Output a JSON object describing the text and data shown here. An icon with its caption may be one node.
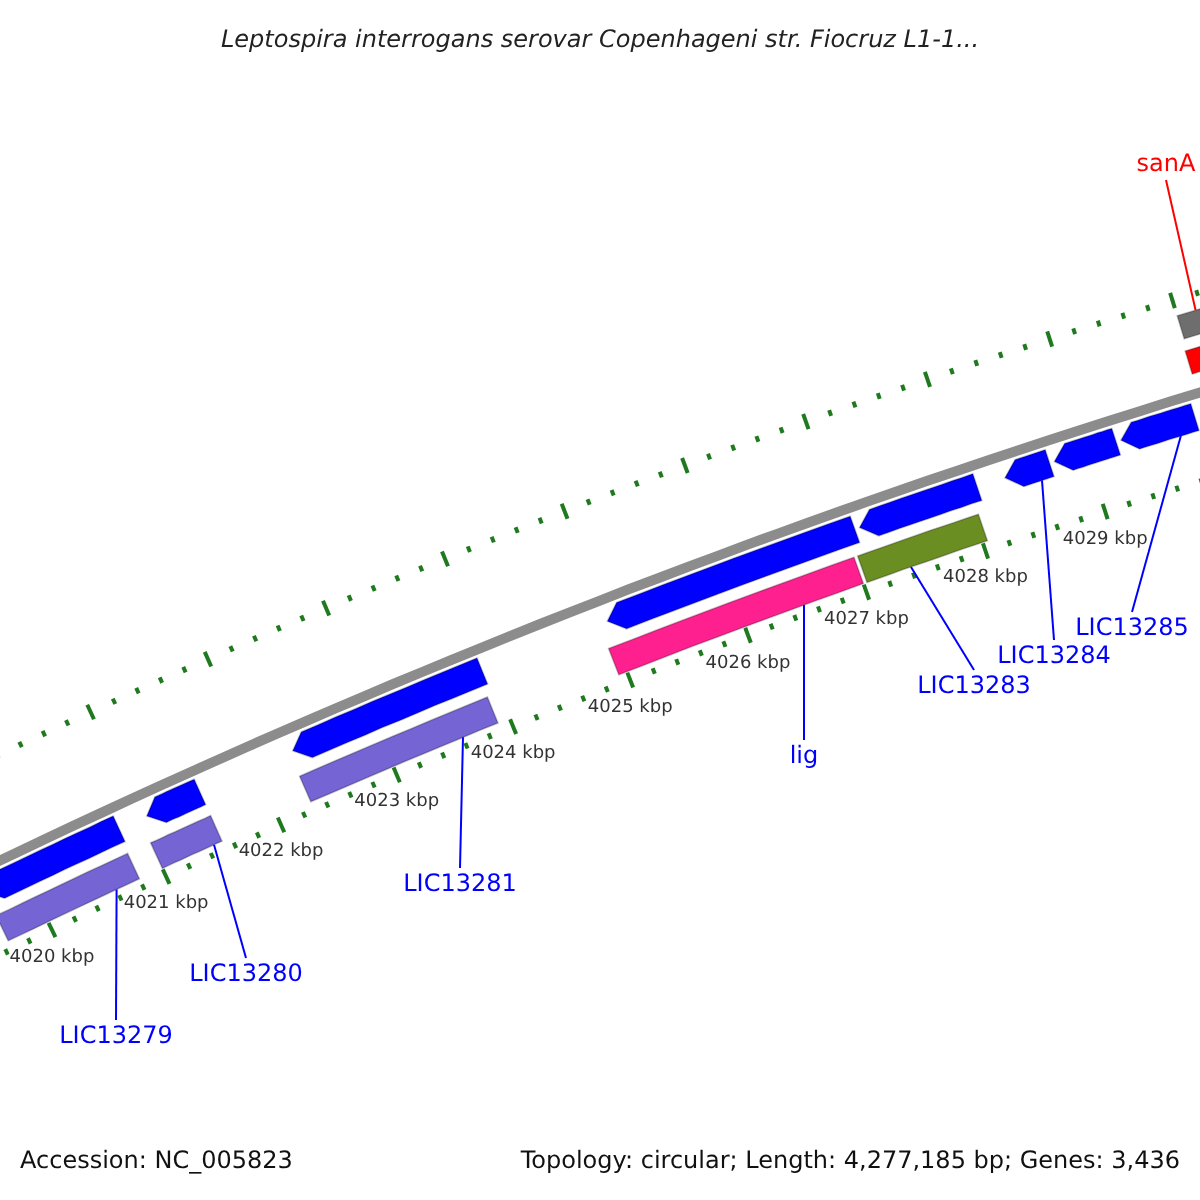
{
  "diagram": {
    "title": "Leptospira interrogans serovar Copenhageni str. Fiocruz L1-1...",
    "nodes": [
      {
        "text": [],
        "shape": "bar"
      },
      {
        "text": [],
        "shape": "bar"
      },
      {
        "text": [],
        "shape": "arrow"
      },
      {
        "text": [],
        "shape": "arrow"
      },
      {
        "text": [],
        "shape": "arrow"
      },
      {
        "text": [],
        "shape": "arrow"
      },
      {
        "text": [],
        "shape": "arrow"
      },
      {
        "text": [],
        "shape": "arrow"
      },
      {
        "text": [],
        "shape": "arrow"
      },
      {
        "text": [],
        "shape": "arrow"
      },
      {
        "text": [],
        "shape": "bar"
      },
      {
        "text": [],
        "shape": "bar"
      },
      {
        "text": [],
        "shape": "bar"
      },
      {
        "text": [],
        "shape": "bar"
      },
      {
        "text": [],
        "shape": "bar"
      },
      {
        "text": [
          "sanA"
        ]
      },
      {
        "text": [
          "LIC13279"
        ]
      },
      {
        "text": [
          "LIC13280"
        ]
      },
      {
        "text": [
          "LIC13281"
        ]
      },
      {
        "text": [
          "lig"
        ]
      },
      {
        "text": [
          "LIC13283"
        ]
      },
      {
        "text": [
          "LIC13284"
        ]
      },
      {
        "text": [
          "LIC13285"
        ]
      }
    ],
    "edges": [
      {
        "from": 15,
        "to": 0,
        "arrow": "none",
        "color": "#ff0000"
      },
      {
        "from": 16,
        "to": 10,
        "arrow": "none"
      },
      {
        "from": 17,
        "to": 11,
        "arrow": "none"
      },
      {
        "from": 18,
        "to": 12,
        "arrow": "none"
      },
      {
        "from": 19,
        "to": 13,
        "arrow": "none"
      },
      {
        "from": 20,
        "to": 14,
        "arrow": "none"
      },
      {
        "from": 21,
        "to": 7,
        "arrow": "none"
      },
      {
        "from": 22,
        "to": 9,
        "arrow": "none"
      }
    ],
    "labels": [
      "4020 kbp",
      "4021 kbp",
      "4022 kbp",
      "4023 kbp",
      "4024 kbp",
      "4025 kbp",
      "4026 kbp",
      "4027 kbp",
      "4028 kbp",
      "4029 kbp",
      "Accession: NC_005823",
      "Topology: circular; Length: 4,277,185 bp; Genes: 3,436"
    ]
  }
}
